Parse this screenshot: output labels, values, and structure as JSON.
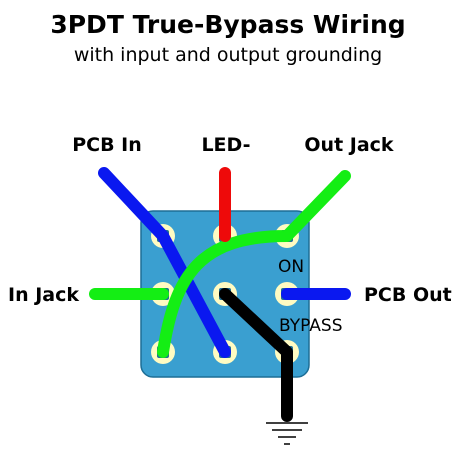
{
  "title": "3PDT True-Bypass Wiring",
  "subtitle": "with input and output grounding",
  "labels": {
    "pcb_in": "PCB In",
    "led_minus": "LED-",
    "out_jack": "Out Jack",
    "in_jack": "In Jack",
    "pcb_out": "PCB Out",
    "on": "ON",
    "bypass": "BYPASS"
  },
  "colors": {
    "switch_body": "#3a9fd0",
    "lug": "#fffbc2",
    "wire_pcb_in": "#0a18f0",
    "wire_led": "#ee0a0a",
    "wire_out_jack": "#14ee14",
    "wire_in_jack": "#14ee14",
    "wire_pcb_out": "#0a18f0",
    "wire_ground": "#000000"
  }
}
